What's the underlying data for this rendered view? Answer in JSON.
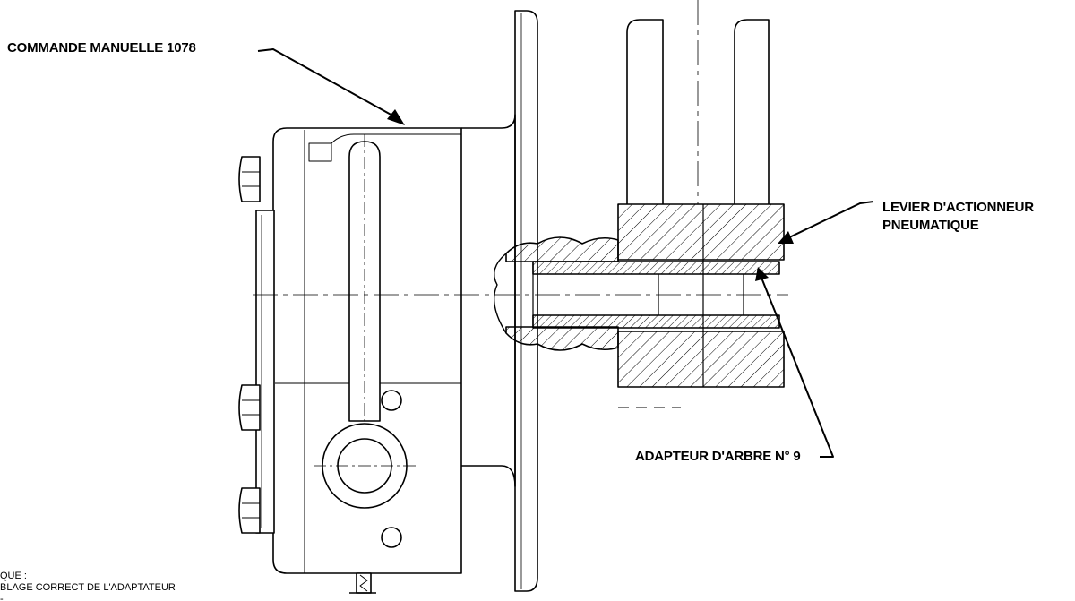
{
  "callouts": {
    "manual_handwheel": "COMMANDE MANUELLE 1078",
    "actuator_lever_line1": "LEVIER D'ACTIONNEUR",
    "actuator_lever_line2": "PNEUMATIQUE",
    "shaft_adaptor": "ADAPTEUR D'ARBRE N° 9"
  },
  "note": {
    "line1": "QUE :",
    "line2": "BLAGE CORRECT DE L'ADAPTATEUR",
    "line3": "-"
  }
}
